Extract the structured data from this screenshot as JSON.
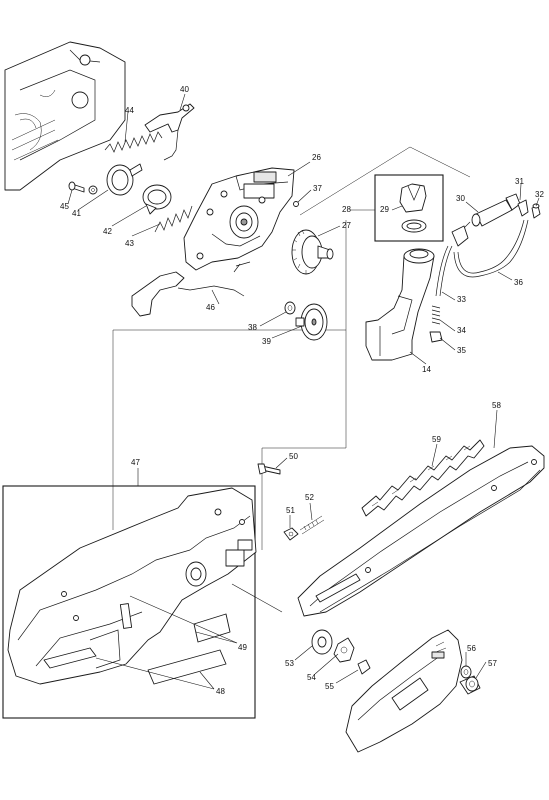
{
  "callouts": [
    "14",
    "26",
    "27",
    "28",
    "29",
    "30",
    "31",
    "32",
    "33",
    "34",
    "35",
    "36",
    "37",
    "38",
    "39",
    "40",
    "41",
    "42",
    "43",
    "44",
    "45",
    "46",
    "47",
    "48",
    "49",
    "50",
    "51",
    "52",
    "53",
    "54",
    "55",
    "56",
    "57",
    "58",
    "59"
  ]
}
